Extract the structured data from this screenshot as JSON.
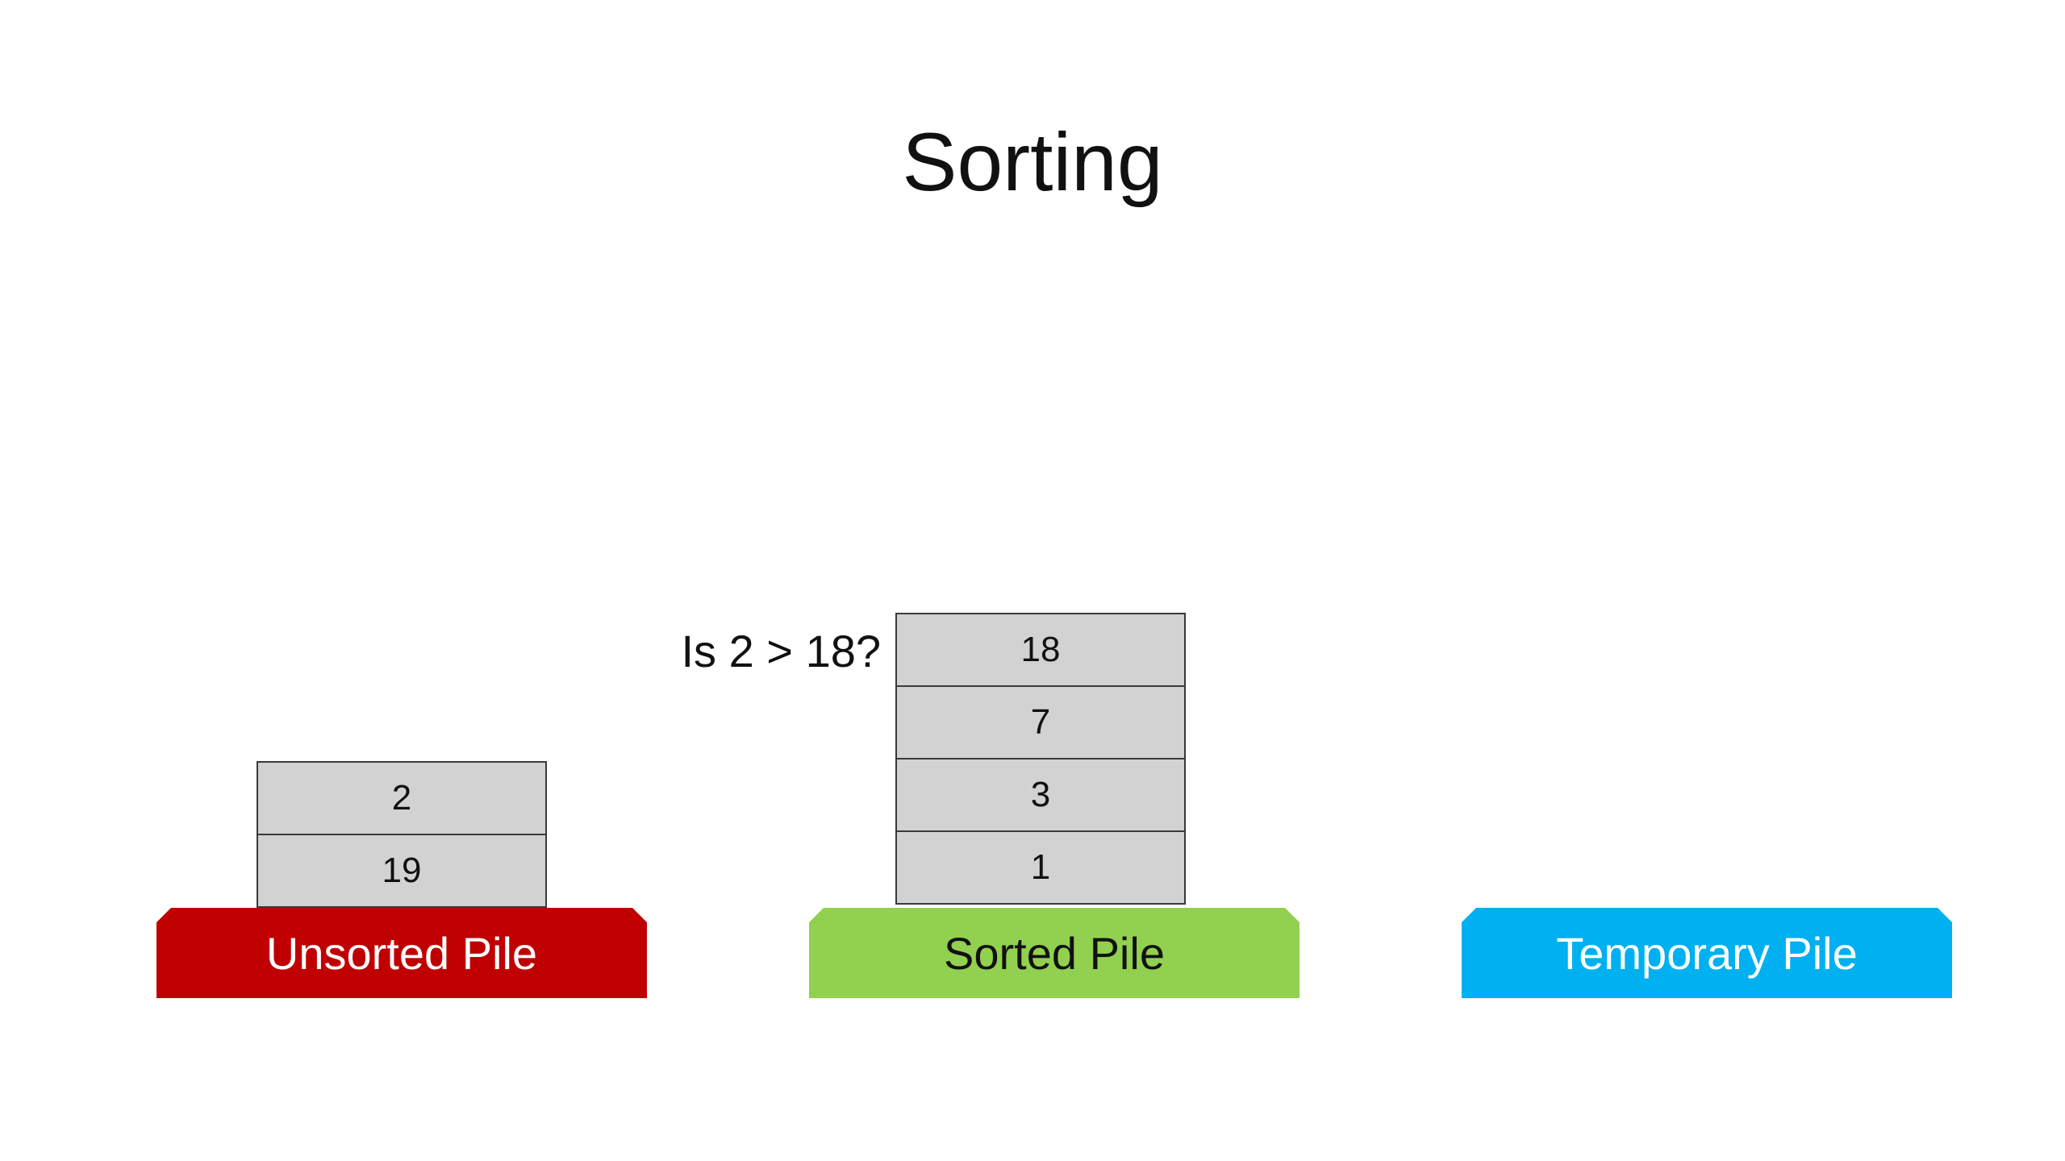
{
  "title": "Sorting",
  "question": "Is 2 > 18?",
  "piles": {
    "unsorted": {
      "label": "Unsorted Pile",
      "cards": [
        "2",
        "19"
      ],
      "color": "#c00000",
      "text_color": "#ffffff"
    },
    "sorted": {
      "label": "Sorted Pile",
      "cards": [
        "18",
        "7",
        "3",
        "1"
      ],
      "color": "#92d050",
      "text_color": "#111111"
    },
    "temporary": {
      "label": "Temporary Pile",
      "cards": [],
      "color": "#00b0f0",
      "text_color": "#ffffff"
    }
  },
  "colors": {
    "card_fill": "#d3d2d3",
    "card_border": "#3a3a3a"
  }
}
